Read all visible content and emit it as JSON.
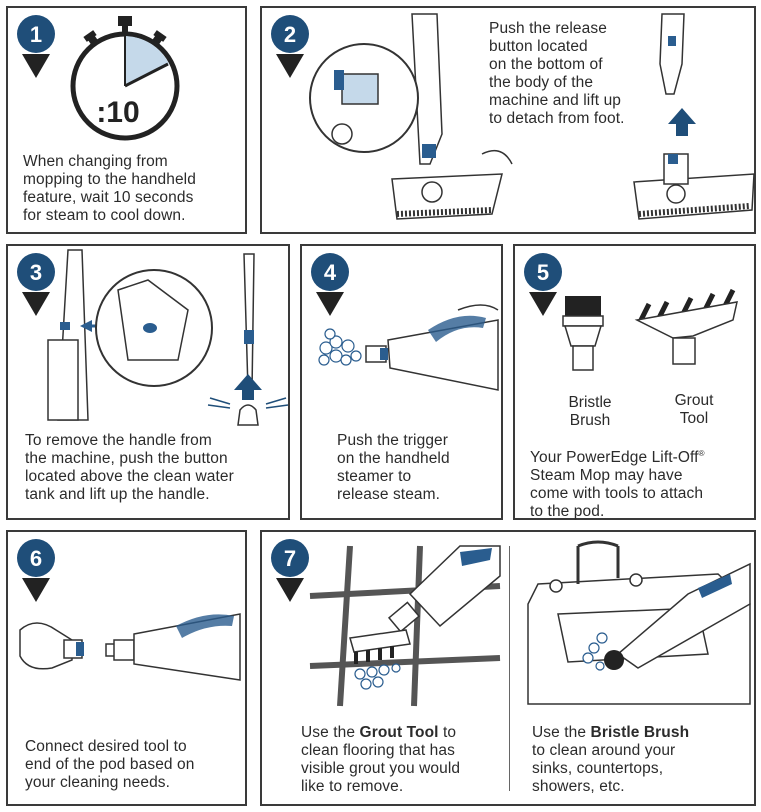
{
  "steps": [
    {
      "number": "1",
      "text": "When changing from\nmopping to the handheld\nfeature, wait 10 seconds\nfor steam to cool down.",
      "timer_label": ":10"
    },
    {
      "number": "2",
      "text": "Push the release\nbutton located\non the bottom of\nthe body of the\nmachine and lift up\nto detach from foot."
    },
    {
      "number": "3",
      "text": "To remove the handle from\nthe machine, push the button\nlocated above the clean water\ntank and lift up the handle."
    },
    {
      "number": "4",
      "text": "Push the trigger\non the handheld\nsteamer to\nrelease steam."
    },
    {
      "number": "5",
      "text_prefix": "Your PowerEdge Lift-Off",
      "text_reg": "®",
      "text_suffix": "\nSteam Mop may have\ncome with tools to attach\nto the pod.",
      "tool_labels": [
        "Bristle\nBrush",
        "Grout\nTool"
      ]
    },
    {
      "number": "6",
      "text": "Connect desired tool to\nend of the pod based on\nyour cleaning needs."
    },
    {
      "number": "7",
      "left": {
        "pre": "Use the ",
        "bold": "Grout Tool",
        "post": " to\nclean flooring that has\nvisible grout you would\nlike to remove."
      },
      "right": {
        "pre": "Use the ",
        "bold": "Bristle Brush",
        "post": "\nto clean around your\nsinks, countertops,\nshowers, etc."
      }
    }
  ],
  "colors": {
    "badge": "#1f4e79",
    "accent_blue": "#2a5d8f",
    "light_blue": "#c5d9ea",
    "outline": "#3a3a3a"
  }
}
